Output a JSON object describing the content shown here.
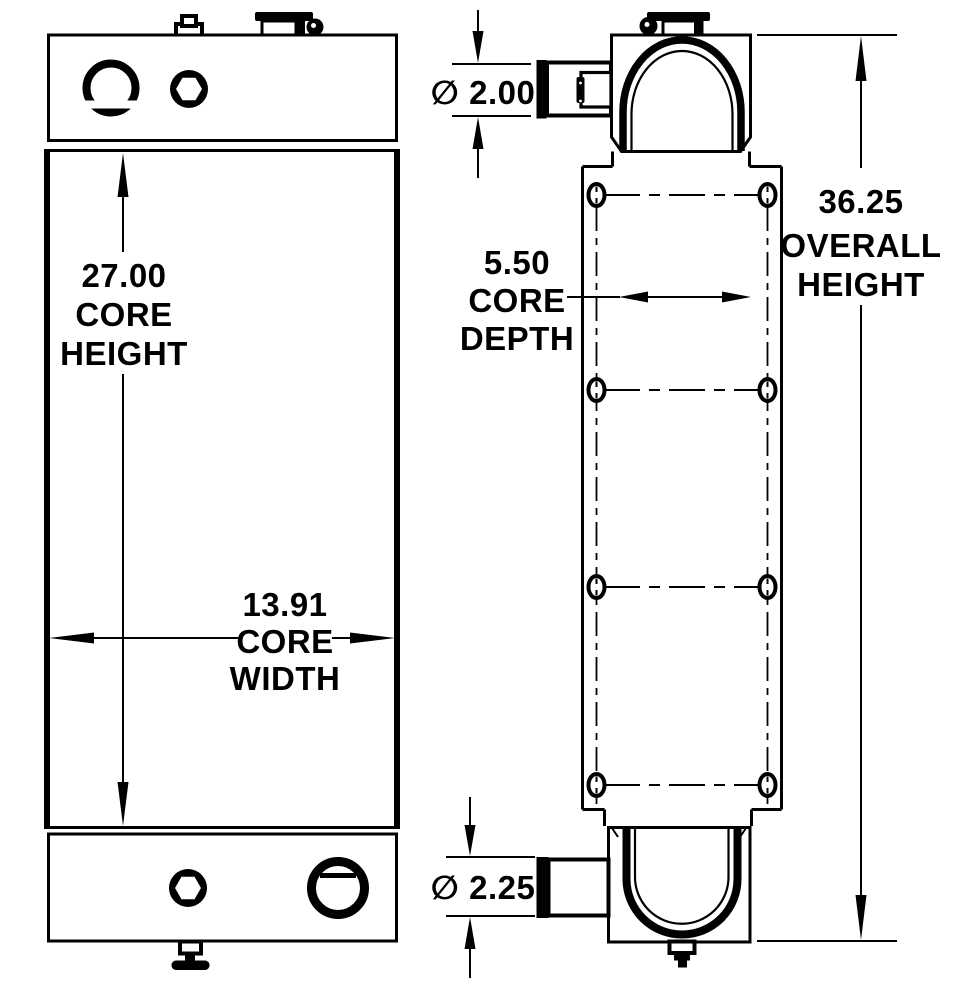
{
  "page": {
    "background": "#ffffff",
    "line_color": "#000000"
  },
  "drawing": {
    "type": "technical-drawing",
    "views": [
      {
        "id": "front",
        "label": "front view of radiator"
      },
      {
        "id": "side",
        "label": "side profile view of radiator"
      }
    ],
    "dimensions": {
      "core_height": {
        "value": 27.0,
        "unit": "in",
        "lines": [
          "27.00",
          "CORE",
          "HEIGHT"
        ]
      },
      "core_width": {
        "value": 13.91,
        "unit": "in",
        "lines": [
          "13.91",
          "CORE",
          "WIDTH"
        ]
      },
      "core_depth": {
        "value": 5.5,
        "unit": "in",
        "lines": [
          "5.50",
          "CORE",
          "DEPTH"
        ]
      },
      "overall_height": {
        "value": 36.25,
        "unit": "in",
        "lines": [
          "36.25",
          "OVERALL",
          "HEIGHT"
        ]
      },
      "top_port_diameter": {
        "value": 2.0,
        "unit": "in",
        "text": "∅ 2.00"
      },
      "bottom_port_diameter": {
        "value": 2.25,
        "unit": "in",
        "text": "∅ 2.25"
      }
    }
  }
}
